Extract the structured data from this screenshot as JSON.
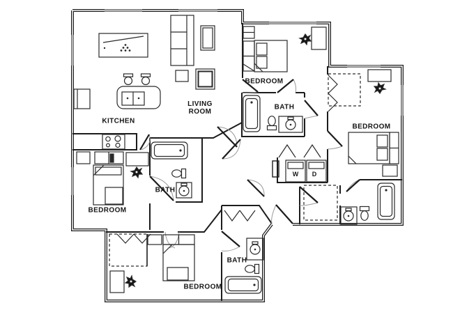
{
  "floor_plan": {
    "background": "#ffffff",
    "wall_color": "#1c1c1c",
    "window_color": "#b3b3b3",
    "rooms": {
      "kitchen": {
        "label": "KITCHEN"
      },
      "living_room": {
        "label": "LIVING ROOM"
      },
      "bedroom_top_right": {
        "label": "BEDROOM"
      },
      "bath_top_right": {
        "label": "BATH"
      },
      "bedroom_right": {
        "label": "BEDROOM"
      },
      "bath_middle": {
        "label": "BATH"
      },
      "bedroom_left": {
        "label": "BEDROOM"
      },
      "bedroom_bottom": {
        "label": "BEDROOM"
      },
      "bath_bottom": {
        "label": "BATH"
      },
      "laundry": {
        "washer": "W",
        "dryer": "D"
      }
    }
  }
}
